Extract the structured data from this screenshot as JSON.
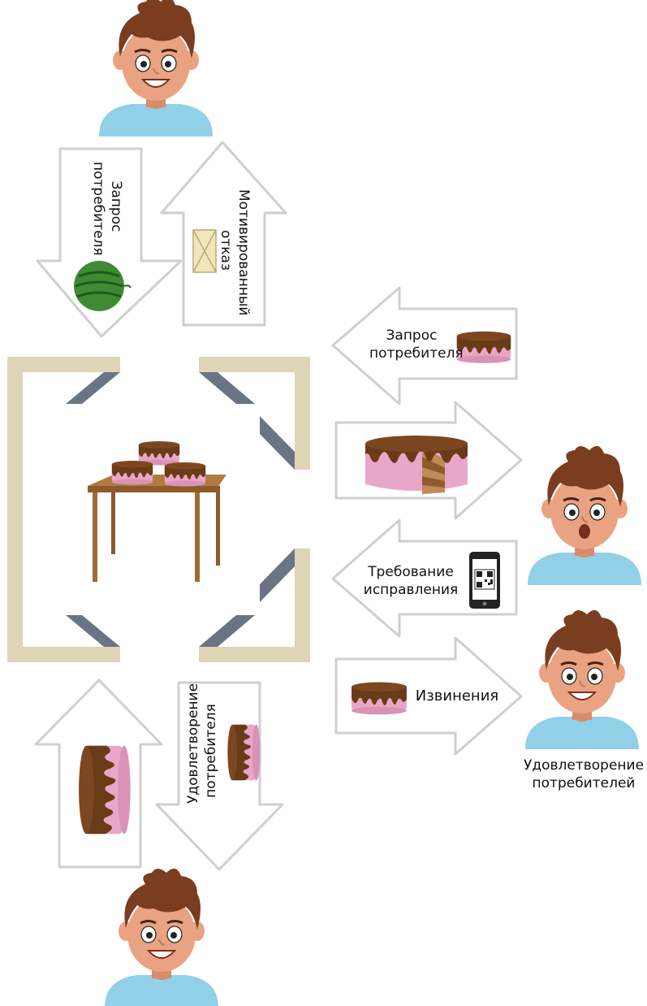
{
  "labels": {
    "request_top_line1": "Запрос",
    "request_top_line2": "потребителя",
    "refusal_line1": "Мотивированный",
    "refusal_line2": "отказ",
    "request_right_line1": "Запрос",
    "request_right_line2": "потребителя",
    "correction_line1": "Требование",
    "correction_line2": "исправления",
    "apology": "Извинения",
    "satisfaction_left_line1": "Удовлетворение",
    "satisfaction_left_line2": "потребителя",
    "satisfaction_right_line1": "Удовлетворение",
    "satisfaction_right_line2": "потребителей"
  },
  "colors": {
    "arrow_stroke": "#cfcfcf",
    "frame": "#ded5b7",
    "glass": "#6b7484",
    "skin": "#e9a382",
    "hair": "#7a3d1f",
    "shirt": "#92d0e8",
    "cake_pink": "#e8a7c8",
    "chocolate": "#6a3b17",
    "table": "#a06a35",
    "watermelon": "#3e8b33"
  }
}
